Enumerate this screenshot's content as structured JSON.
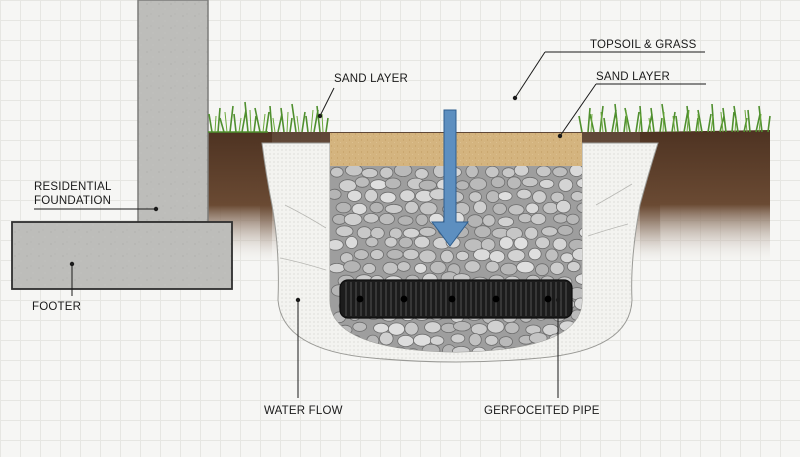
{
  "labels": {
    "topsoil_grass": "TOPSOIL & GRASS",
    "sand_layer_left": "SAND LAYER",
    "sand_layer_right": "SAND LAYER",
    "residential_foundation_line1": "RESIDENTIAL",
    "residential_foundation_line2": "FOUNDATION",
    "footer": "FOOTER",
    "water_flow": "WATER FLOW",
    "pipe": "GERFOCEITED PIPE"
  },
  "colors": {
    "concrete": "#b9b9b6",
    "soil": "#5a3c28",
    "grass": "#4f8f2e",
    "sand": "#d2b17c",
    "gravel": "#b4b4b4",
    "fabric": "#f1f1ee",
    "pipe": "#1c1c1c",
    "arrow": "#5d8fc0"
  }
}
